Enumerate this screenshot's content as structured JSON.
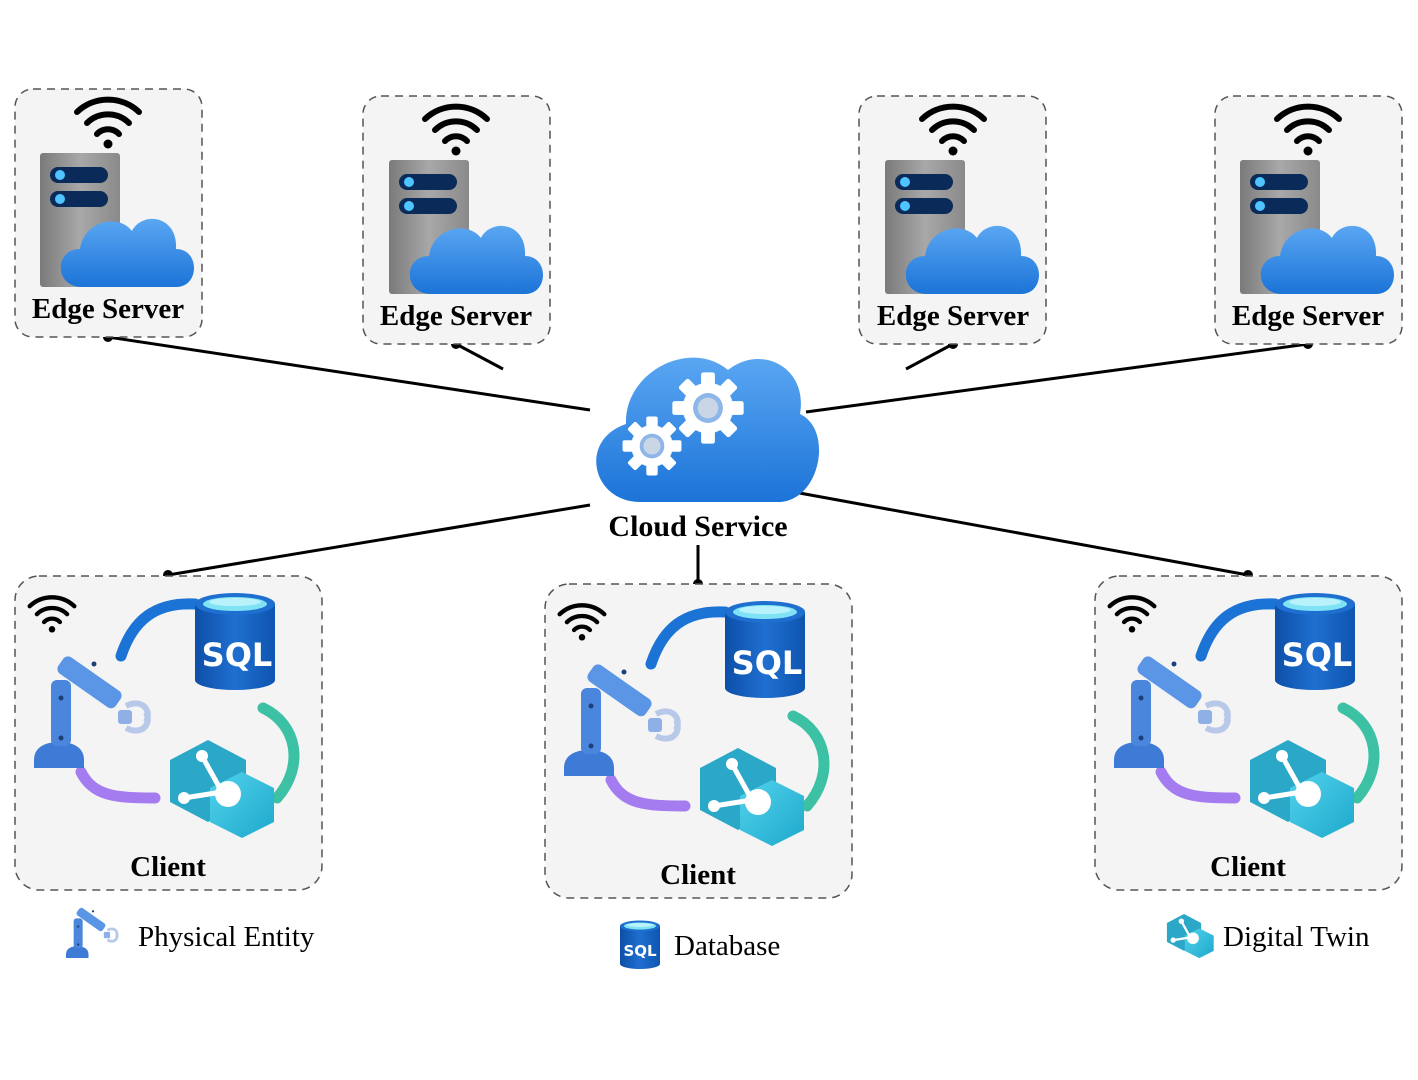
{
  "edge_servers": [
    {
      "label": "Edge Server"
    },
    {
      "label": "Edge Server"
    },
    {
      "label": "Edge Server"
    },
    {
      "label": "Edge Server"
    }
  ],
  "cloud": {
    "label": "Cloud Service",
    "icon": "cloud-gears-icon"
  },
  "clients": [
    {
      "label": "Client"
    },
    {
      "label": "Client"
    },
    {
      "label": "Client"
    }
  ],
  "sql_label": "SQL",
  "legend": [
    {
      "label": "Physical Entity",
      "icon": "robot-arm-icon"
    },
    {
      "label": "Database",
      "icon": "sql-database-icon"
    },
    {
      "label": "Digital Twin",
      "icon": "digital-twin-icon"
    }
  ],
  "colors": {
    "cloud_blue": "#3d8ee8",
    "robot_blue": "#4a86dc",
    "sql_blue": "#1565c0",
    "twin_cyan": "#38c6e0",
    "link_purple": "#a57cf0",
    "link_teal": "#3cc1a4",
    "box_fill": "#f4f4f4"
  }
}
